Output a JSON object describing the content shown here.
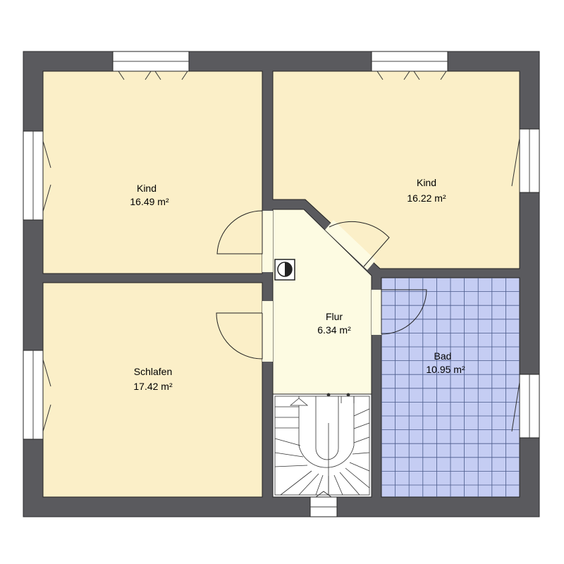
{
  "colors": {
    "wall": "#5a5a5e",
    "wall_outline": "#2e2e30",
    "room_fill": "#fbefc8",
    "hall_fill": "#fdfbe2",
    "bath_fill": "#c5cdf3",
    "bath_tile_line": "#4a5a8a",
    "line": "#222222"
  },
  "rooms": [
    {
      "name": "Kind",
      "area": "16.49 m²"
    },
    {
      "name": "Kind",
      "area": "16.22 m²"
    },
    {
      "name": "Schlafen",
      "area": "17.42 m²"
    },
    {
      "name": "Flur",
      "area": "6.34 m²"
    },
    {
      "name": "Bad",
      "area": "10.95 m²"
    }
  ]
}
